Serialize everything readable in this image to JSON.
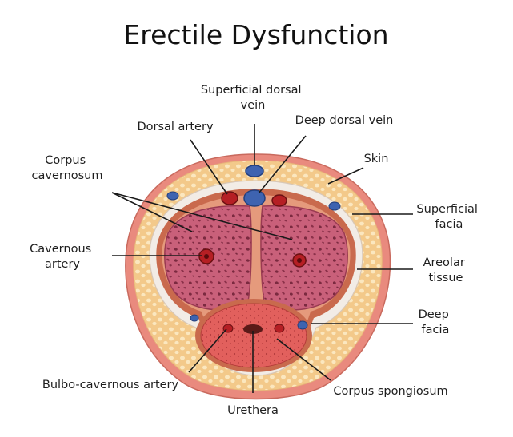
{
  "title": "Erectile Dysfunction",
  "labels": {
    "superficial_dorsal_vein": [
      "Superficial dorsal",
      "vein"
    ],
    "dorsal_artery": [
      "Dorsal artery"
    ],
    "deep_dorsal_vein": [
      "Deep dorsal vein"
    ],
    "corpus_cavernosum": [
      "Corpus",
      "cavernosum"
    ],
    "skin": [
      "Skin"
    ],
    "superficial_facia": [
      "Superficial",
      "facia"
    ],
    "cavernous_artery": [
      "Cavernous",
      "artery"
    ],
    "areolar_tissue": [
      "Areolar",
      "tissue"
    ],
    "deep_facia": [
      "Deep",
      "facia"
    ],
    "bulbo_cavernous_artery": [
      "Bulbo-cavernous artery"
    ],
    "corpus_spongiosum": [
      "Corpus spongiosum"
    ],
    "urethera": [
      "Urethera"
    ]
  },
  "colors": {
    "skin": "#e98a7e",
    "superficial_facia": "#f7d6a0",
    "areolar_tissue": "#f3c98a",
    "deep_facia": "#f2ece6",
    "tunica": "#c96a4d",
    "cavernosum": "#c9607a",
    "spongiosum": "#e2605d",
    "vein": "#3e63b0",
    "artery": "#b51f24"
  }
}
